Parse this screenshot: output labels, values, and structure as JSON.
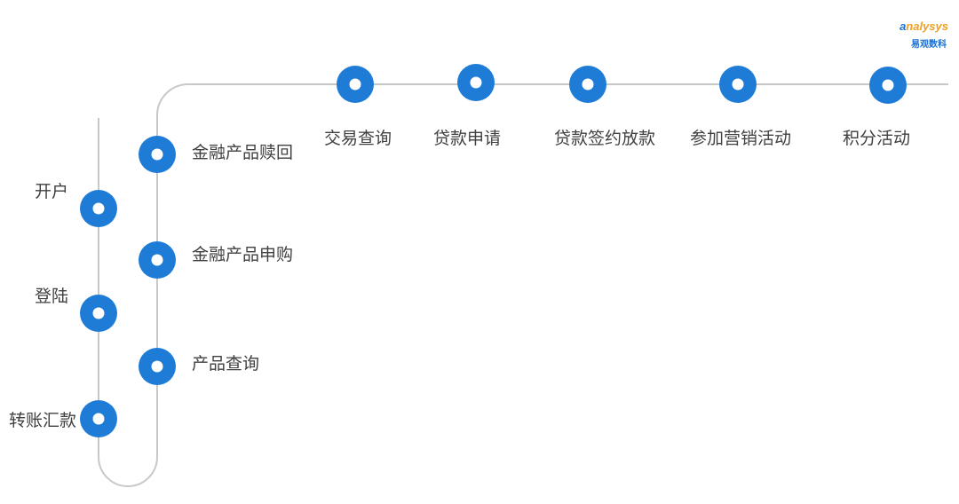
{
  "logo": {
    "brand_prefix": "a",
    "brand_rest": "nalysys",
    "subtitle": "易观数科"
  },
  "colors": {
    "track": "#c8c8c8",
    "node": "#1e7cd6",
    "node_center": "#ffffff",
    "label": "#404040"
  },
  "left_column": {
    "nodes": [
      {
        "label": "开户"
      },
      {
        "label": "登陆"
      },
      {
        "label": "转账汇款"
      }
    ]
  },
  "middle_column": {
    "nodes": [
      {
        "label": "金融产品赎回"
      },
      {
        "label": "金融产品申购"
      },
      {
        "label": "产品查询"
      }
    ]
  },
  "top_row": {
    "nodes": [
      {
        "label": "交易查询"
      },
      {
        "label": "贷款申请"
      },
      {
        "label": "贷款签约放款"
      },
      {
        "label": "参加营销活动"
      },
      {
        "label": "积分活动"
      }
    ]
  }
}
